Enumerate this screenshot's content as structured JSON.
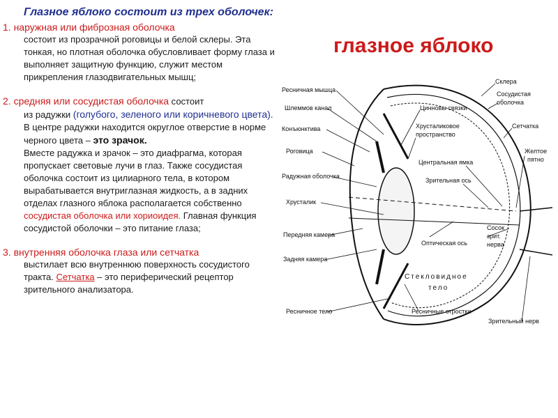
{
  "heading": "Глазное яблоко состоит из трех оболочек:",
  "page_title": "глазное яблоко",
  "layers": [
    {
      "title": "1. наружная или фиброзная оболочка",
      "body": "состоит из прозрачной роговицы и белой склеры. Эта тонкая, но плотная оболочка обусловливает форму глаза и выполняет защитную функцию, служит местом прикрепления глазодвигательных мышц;"
    },
    {
      "title": "2. средняя или сосудистая оболочка",
      "title_tail": " состоит",
      "body_a": "из радужки ",
      "body_a_colored": "(голубого, зеленого или коричневого цвета).",
      "body_b": " В центре радужки находится округлое отверстие в норме черного цвета – ",
      "body_b_emph": "это зрачок.",
      "body_c": "Вместе радужка и зрачок – это диафрагма, которая пропускает световые лучи в глаз. Также сосудистая оболочка состоит из цилиарного тела, в котором вырабатывается внутриглазная жидкость, а в задних отделах глазного яблока располагается собственно ",
      "body_c_red": "сосудистая оболочка или хориоидея.",
      "body_d": " Главная функция сосудистой оболочки – это питание глаза;"
    },
    {
      "title": "3. внутренняя оболочка глаза или сетчатка",
      "body_a": "выстилает всю внутреннюю поверхность сосудистого тракта. ",
      "body_link": "Сетчатка",
      "body_b": " – это периферический рецептор зрительного анализатора."
    }
  ],
  "diagram_labels": {
    "left": [
      "Ресничная мышца",
      "Шлеммов канал",
      "Конъюнктива",
      "Роговица",
      "Радужная оболочка",
      "Хрусталик",
      "Передняя камера",
      "Задняя камера",
      "Ресничное тело"
    ],
    "inner": [
      "Цинновы связки",
      "Хрусталиковое",
      "пространство",
      "Центральная ямка",
      "Зрительная ось",
      "Оптическая ось",
      "Стекловидное",
      "тело",
      "Ресничные отростки"
    ],
    "right": [
      "Склера",
      "Сосудистая",
      "оболочка",
      "Сетчатка",
      "Желтое",
      "пятно",
      "Сосок",
      "зрит.",
      "нерва",
      "Зрительный нерв"
    ]
  }
}
